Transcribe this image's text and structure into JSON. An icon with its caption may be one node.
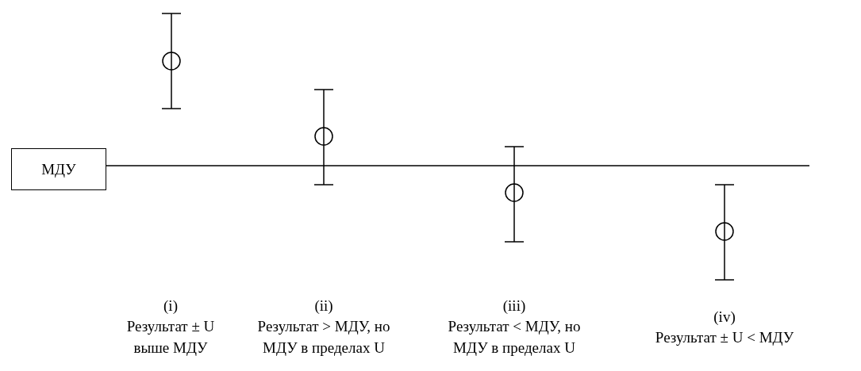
{
  "diagram": {
    "nodes": [
      {
        "text": [
          "МДУ"
        ]
      }
    ],
    "labels": [
      "(i)",
      "Результат ± U выше МДУ",
      "(ii)",
      "Результат > МДУ, но МДУ в пределах U",
      "(iii)",
      "Результат < МДУ, но МДУ в пределах U",
      "(iv)",
      "Результат ± U < МДУ"
    ]
  }
}
